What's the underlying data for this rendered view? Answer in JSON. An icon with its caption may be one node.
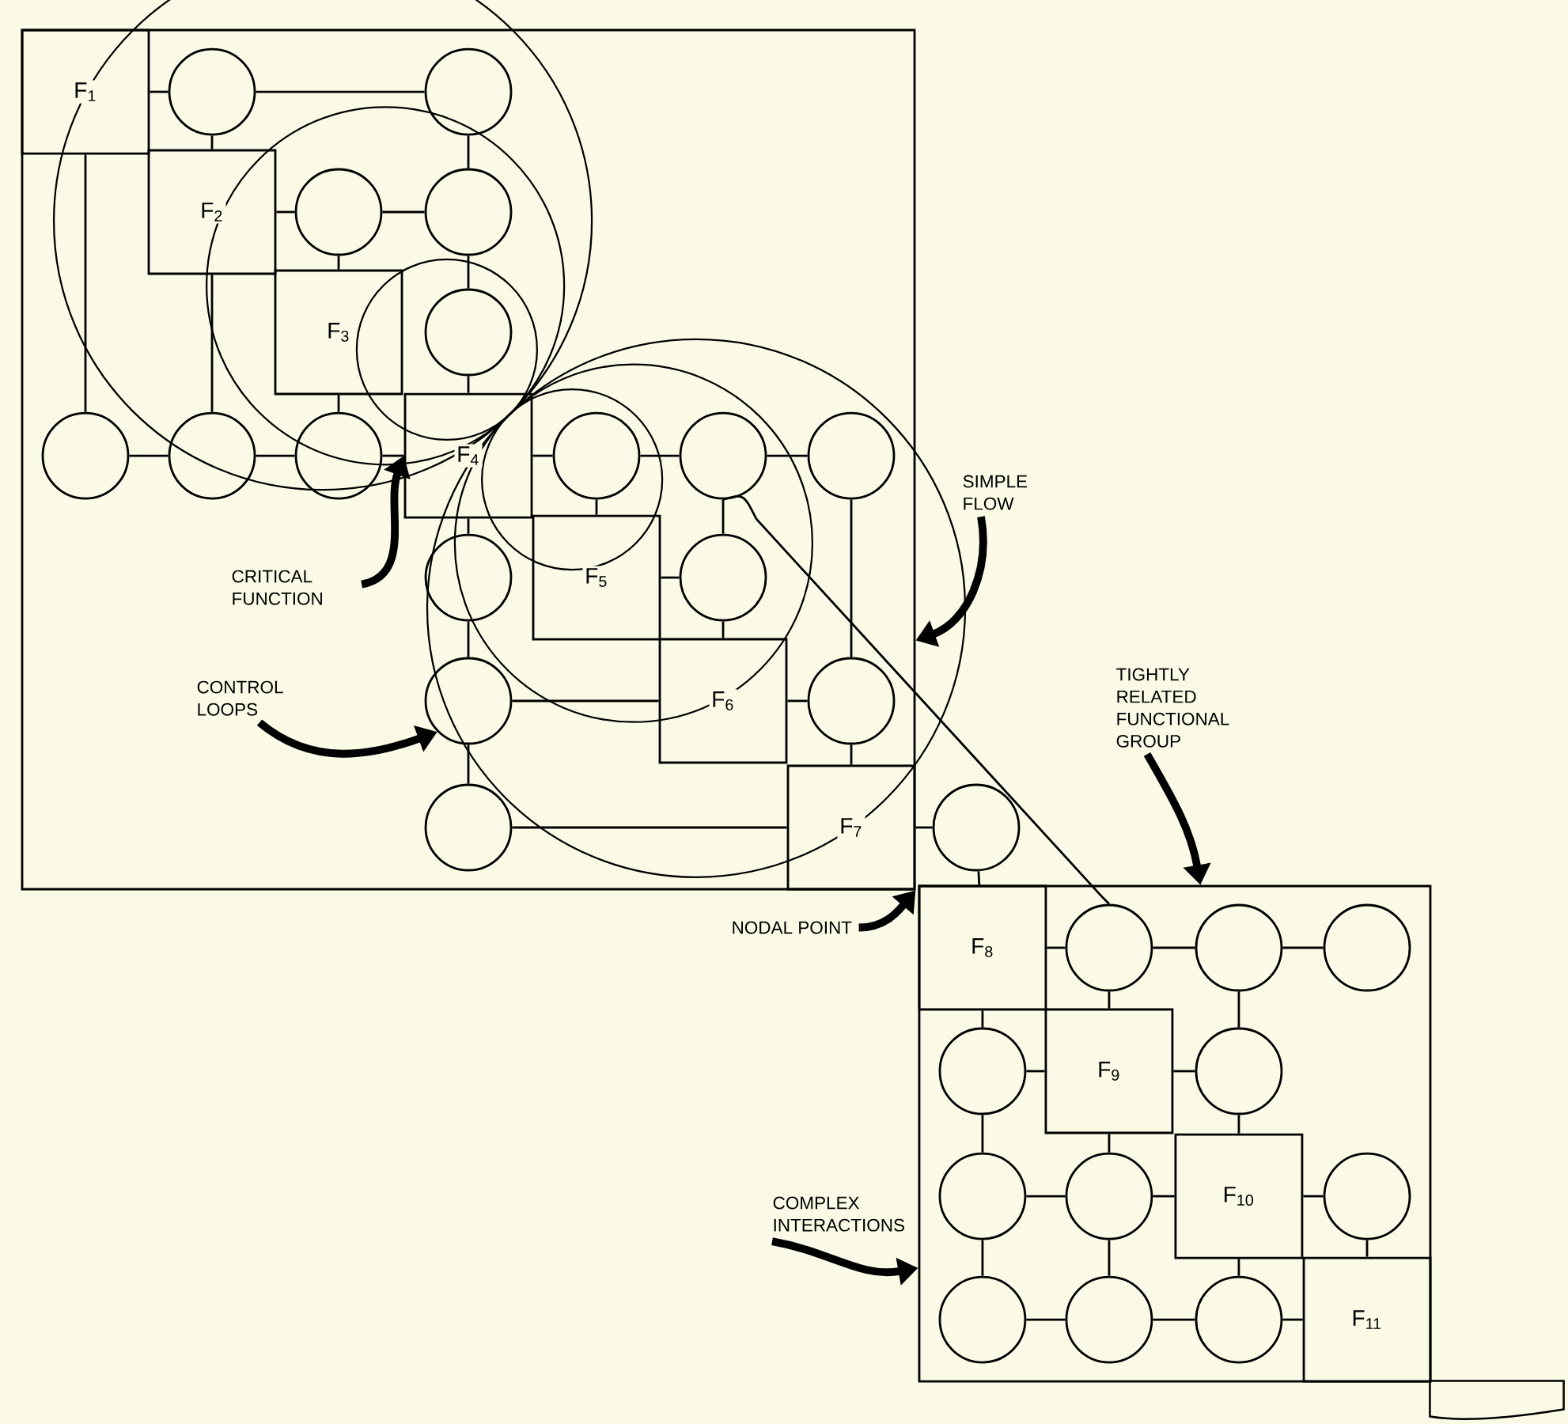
{
  "diagram": {
    "nodes": [
      {
        "text": [],
        "shape": "box"
      },
      {
        "text": [
          "F$_{1}$"
        ],
        "in": 0
      },
      {
        "text": [
          "F$_{2}$"
        ],
        "in": 0
      },
      {
        "text": [
          "F$_{3}$"
        ],
        "in": 0
      },
      {
        "text": [
          "F$_{4}$"
        ],
        "in": 0
      },
      {
        "text": [
          "F$_{5}$"
        ],
        "in": 0
      },
      {
        "text": [
          "F$_{6}$"
        ],
        "in": 0
      },
      {
        "text": [
          "F$_{7}$"
        ],
        "in": 0
      },
      {
        "text": [],
        "shape": "circle",
        "in": 0
      },
      {
        "text": [],
        "shape": "circle",
        "in": 0
      },
      {
        "text": [],
        "shape": "circle",
        "in": 0
      },
      {
        "text": [],
        "shape": "circle",
        "in": 0
      },
      {
        "text": [],
        "shape": "circle",
        "in": 0
      },
      {
        "text": [],
        "shape": "circle",
        "in": 0
      },
      {
        "text": [],
        "shape": "circle",
        "in": 0
      },
      {
        "text": [],
        "shape": "circle",
        "in": 0
      },
      {
        "text": [],
        "shape": "circle",
        "in": 0
      },
      {
        "text": [],
        "shape": "circle",
        "in": 0
      },
      {
        "text": [],
        "shape": "circle",
        "in": 0
      },
      {
        "text": [],
        "shape": "circle",
        "in": 0
      },
      {
        "text": [],
        "shape": "circle",
        "in": 0
      },
      {
        "text": [],
        "shape": "circle",
        "in": 0
      },
      {
        "text": [],
        "shape": "circle",
        "in": 0
      },
      {
        "text": [],
        "shape": "circle",
        "in": 0
      },
      {
        "text": [],
        "shape": "circle"
      },
      {
        "text": [],
        "shape": "box"
      },
      {
        "text": [
          "F$_{8}$"
        ],
        "in": 25
      },
      {
        "text": [
          "F$_{9}$"
        ],
        "in": 25
      },
      {
        "text": [
          "F$_{10}$"
        ],
        "in": 25
      },
      {
        "text": [
          "F$_{11}$"
        ],
        "in": 25
      },
      {
        "text": [],
        "shape": "circle",
        "in": 25
      },
      {
        "text": [],
        "shape": "circle",
        "in": 25
      },
      {
        "text": [],
        "shape": "circle",
        "in": 25
      },
      {
        "text": [],
        "shape": "circle",
        "in": 25
      },
      {
        "text": [],
        "shape": "circle",
        "in": 25
      },
      {
        "text": [],
        "shape": "circle",
        "in": 25
      },
      {
        "text": [],
        "shape": "circle",
        "in": 25
      },
      {
        "text": [],
        "shape": "circle",
        "in": 25
      },
      {
        "text": [],
        "shape": "circle",
        "in": 25
      },
      {
        "text": [],
        "shape": "circle",
        "in": 25
      },
      {
        "text": [],
        "shape": "circle",
        "in": 25
      },
      {
        "text": [
          "SIMPLE FLOW"
        ]
      },
      {
        "text": [
          "CRITICAL FUNCTION"
        ],
        "in": 0
      },
      {
        "text": [
          "TIGHTLY RELATED FUNCTIONAL GROUP"
        ]
      },
      {
        "text": [
          "CONTROL LOOPS"
        ],
        "in": 0
      },
      {
        "text": [
          "NODAL POINT"
        ]
      },
      {
        "text": [
          "COMPLEX INTERACTIONS"
        ]
      },
      {
        "text": [],
        "shape": "flag"
      }
    ],
    "edges": [
      {
        "from": 1,
        "to": 8,
        "arrow": "none"
      },
      {
        "from": 8,
        "to": 2,
        "arrow": "none"
      },
      {
        "from": 8,
        "to": 9,
        "arrow": "none"
      },
      {
        "from": 9,
        "to": 11,
        "arrow": "none"
      },
      {
        "from": 1,
        "to": 13,
        "arrow": "none"
      },
      {
        "from": 2,
        "to": 10,
        "arrow": "none"
      },
      {
        "from": 10,
        "to": 11,
        "arrow": "none"
      },
      {
        "from": 11,
        "to": 12,
        "arrow": "none"
      },
      {
        "from": 12,
        "to": 4,
        "arrow": "none"
      },
      {
        "from": 2,
        "to": 14,
        "arrow": "none"
      },
      {
        "from": 10,
        "to": 3,
        "arrow": "none"
      },
      {
        "from": 3,
        "to": 15,
        "arrow": "none"
      },
      {
        "from": 15,
        "to": 4,
        "arrow": "none"
      },
      {
        "from": 13,
        "to": 14,
        "arrow": "none"
      },
      {
        "from": 14,
        "to": 15,
        "arrow": "none"
      },
      {
        "from": 4,
        "to": 16,
        "arrow": "none"
      },
      {
        "from": 16,
        "to": 17,
        "arrow": "none"
      },
      {
        "from": 17,
        "to": 18,
        "arrow": "none"
      },
      {
        "from": 16,
        "to": 5,
        "arrow": "none"
      },
      {
        "from": 17,
        "to": 20,
        "arrow": "none"
      },
      {
        "from": 18,
        "to": 22,
        "arrow": "none"
      },
      {
        "from": 4,
        "to": 19,
        "arrow": "none"
      },
      {
        "from": 19,
        "to": 21,
        "arrow": "none"
      },
      {
        "from": 21,
        "to": 23,
        "arrow": "none"
      },
      {
        "from": 20,
        "to": 5,
        "arrow": "none"
      },
      {
        "from": 20,
        "to": 6,
        "arrow": "none"
      },
      {
        "from": 21,
        "to": 6,
        "arrow": "none"
      },
      {
        "from": 23,
        "to": 7,
        "arrow": "none"
      },
      {
        "from": 22,
        "to": 6,
        "arrow": "none"
      },
      {
        "from": 22,
        "to": 7,
        "arrow": "none"
      },
      {
        "from": 24,
        "to": 7,
        "arrow": "none"
      },
      {
        "from": 24,
        "to": 26,
        "arrow": "none"
      },
      {
        "from": 26,
        "to": 30,
        "arrow": "none"
      },
      {
        "from": 30,
        "to": 31,
        "arrow": "none"
      },
      {
        "from": 31,
        "to": 32,
        "arrow": "none"
      },
      {
        "from": 30,
        "to": 27,
        "arrow": "none"
      },
      {
        "from": 31,
        "to": 34,
        "arrow": "none"
      },
      {
        "from": 34,
        "to": 27,
        "arrow": "none"
      },
      {
        "from": 34,
        "to": 28,
        "arrow": "none"
      },
      {
        "from": 26,
        "to": 33,
        "arrow": "none"
      },
      {
        "from": 33,
        "to": 27,
        "arrow": "none"
      },
      {
        "from": 33,
        "to": 35,
        "arrow": "none"
      },
      {
        "from": 35,
        "to": 36,
        "arrow": "none"
      },
      {
        "from": 36,
        "to": 27,
        "arrow": "none"
      },
      {
        "from": 36,
        "to": 28,
        "arrow": "none"
      },
      {
        "from": 35,
        "to": 38,
        "arrow": "none"
      },
      {
        "from": 36,
        "to": 39,
        "arrow": "none"
      },
      {
        "from": 38,
        "to": 39,
        "arrow": "none"
      },
      {
        "from": 39,
        "to": 40,
        "arrow": "none"
      },
      {
        "from": 40,
        "to": 28,
        "arrow": "none"
      },
      {
        "from": 40,
        "to": 29,
        "arrow": "none"
      },
      {
        "from": 28,
        "to": 37,
        "arrow": "none"
      },
      {
        "from": 37,
        "to": 29,
        "arrow": "none"
      },
      {
        "from": 41,
        "to": 0,
        "arrow": "to",
        "style": "thick"
      },
      {
        "from": 42,
        "to": 4,
        "arrow": "to",
        "style": "thick"
      },
      {
        "from": 43,
        "to": 25,
        "arrow": "to",
        "style": "thick"
      },
      {
        "from": 44,
        "to": 21,
        "arrow": "to",
        "style": "thick"
      },
      {
        "from": 45,
        "to": 7,
        "arrow": "to",
        "style": "thick"
      },
      {
        "from": 46,
        "to": 25,
        "arrow": "to",
        "style": "thick"
      },
      {
        "from": 17,
        "to": 30,
        "arrow": "none"
      }
    ]
  }
}
